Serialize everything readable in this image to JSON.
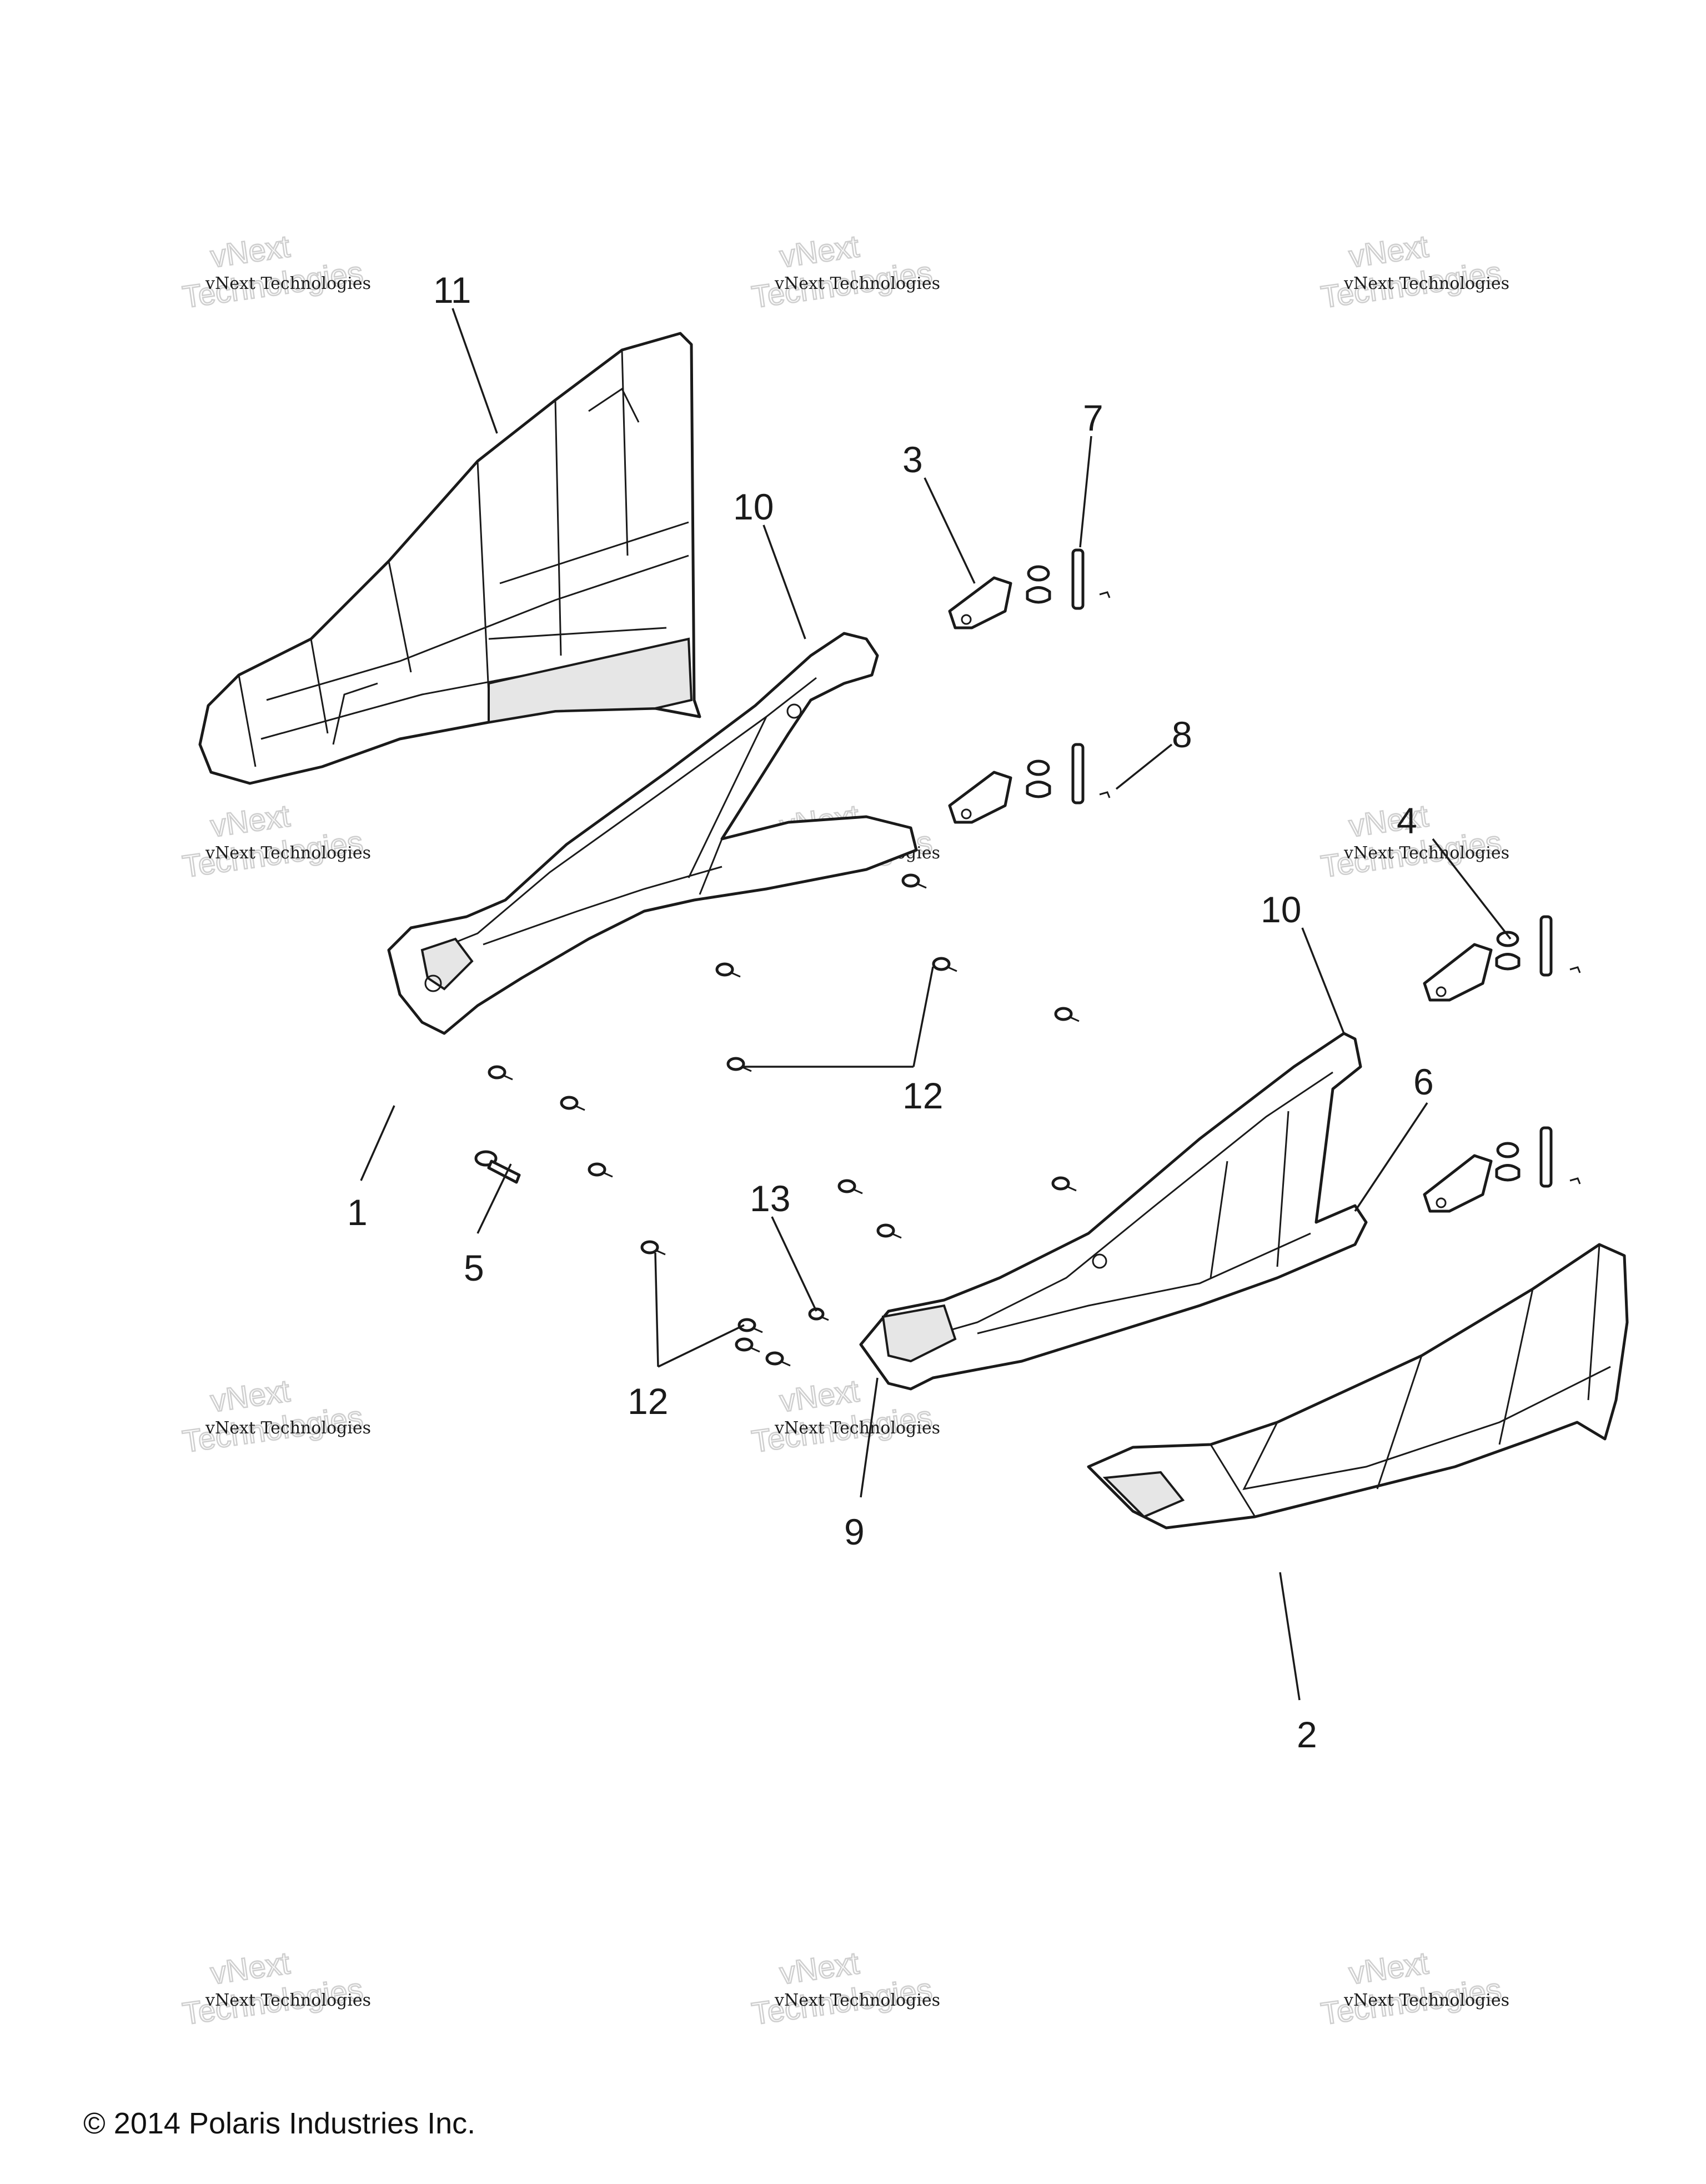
{
  "diagram": {
    "callouts": [
      "11",
      "10",
      "3",
      "7",
      "8",
      "4",
      "10",
      "12",
      "1",
      "5",
      "6",
      "13",
      "12",
      "9",
      "2"
    ],
    "watermark": {
      "line_small": "vNext Technologies",
      "line_big_1": "vNext",
      "line_big_2": "Technologies"
    },
    "copyright": "© 2014 Polaris Industries Inc."
  }
}
